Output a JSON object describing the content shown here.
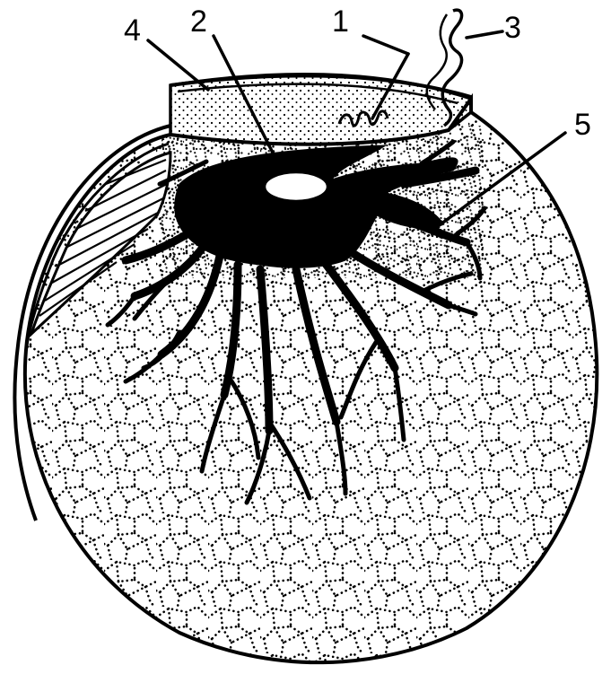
{
  "diagram": {
    "kind": "scientific-illustration",
    "style": "black-ink-stipple",
    "colors": {
      "ink": "#000000",
      "paper": "#ffffff"
    },
    "callouts": [
      {
        "id": "1",
        "label": "1"
      },
      {
        "id": "2",
        "label": "2"
      },
      {
        "id": "3",
        "label": "3"
      },
      {
        "id": "4",
        "label": "4"
      },
      {
        "id": "5",
        "label": "5"
      }
    ]
  }
}
